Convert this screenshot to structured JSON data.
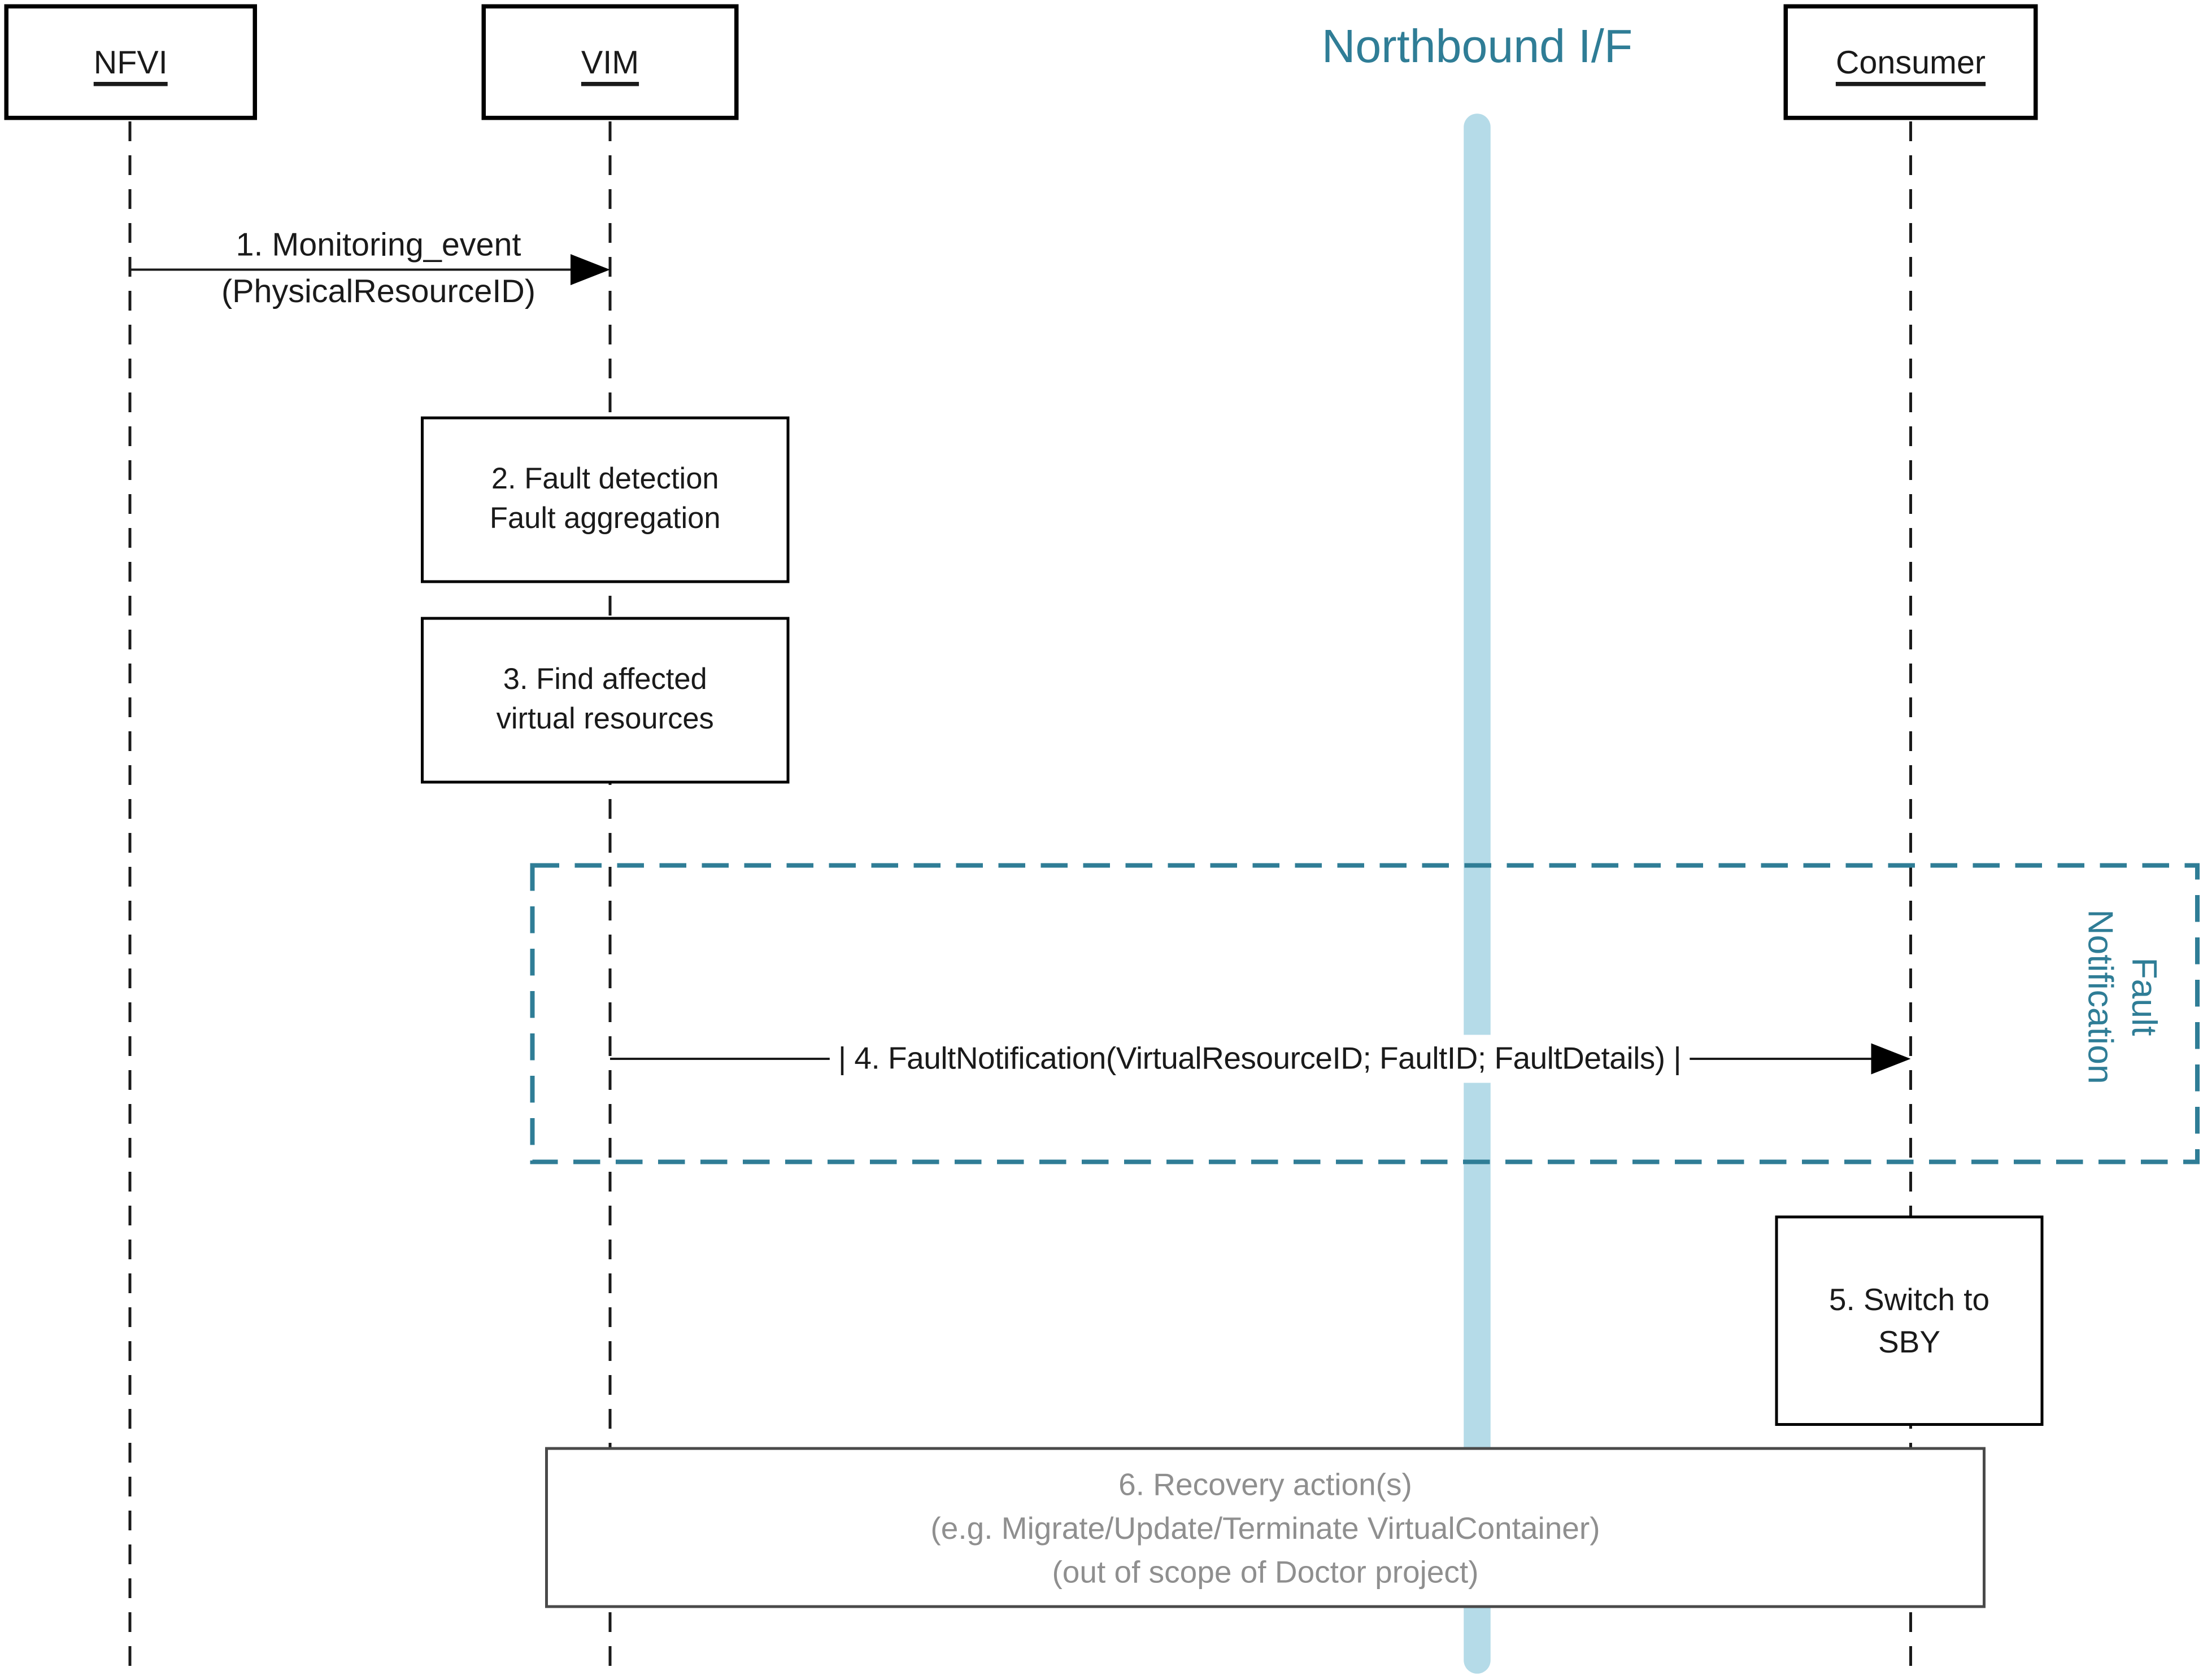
{
  "diagram": {
    "title": "Northbound I/F",
    "actors": [
      {
        "label": "NFVI"
      },
      {
        "label": "VIM"
      },
      {
        "label": "Consumer"
      }
    ],
    "messages": {
      "m1": {
        "line1": "1. Monitoring_event",
        "line2": "(PhysicalResourceID)"
      },
      "m4": {
        "label": "| 4. FaultNotification(VirtualResourceID; FaultID; FaultDetails) |"
      }
    },
    "activities": {
      "a2": {
        "line1": "2. Fault detection",
        "line2": "Fault aggregation"
      },
      "a3": {
        "line1": "3. Find affected",
        "line2": "virtual resources"
      },
      "a5": {
        "line1": "5. Switch to",
        "line2": "SBY"
      },
      "a6": {
        "line1": "6. Recovery action(s)",
        "line2": "(e.g. Migrate/Update/Terminate VirtualContainer)",
        "line3": "(out of scope of Doctor project)"
      }
    },
    "group": {
      "line1": "Fault",
      "line2": "Notification"
    },
    "colors": {
      "teal": "#2F7D96",
      "interface_bar": "#B5DBE8",
      "gray_text": "#8F8F8F",
      "gray_border": "#4A4A4A",
      "line_black": "#1A1A1A"
    }
  }
}
